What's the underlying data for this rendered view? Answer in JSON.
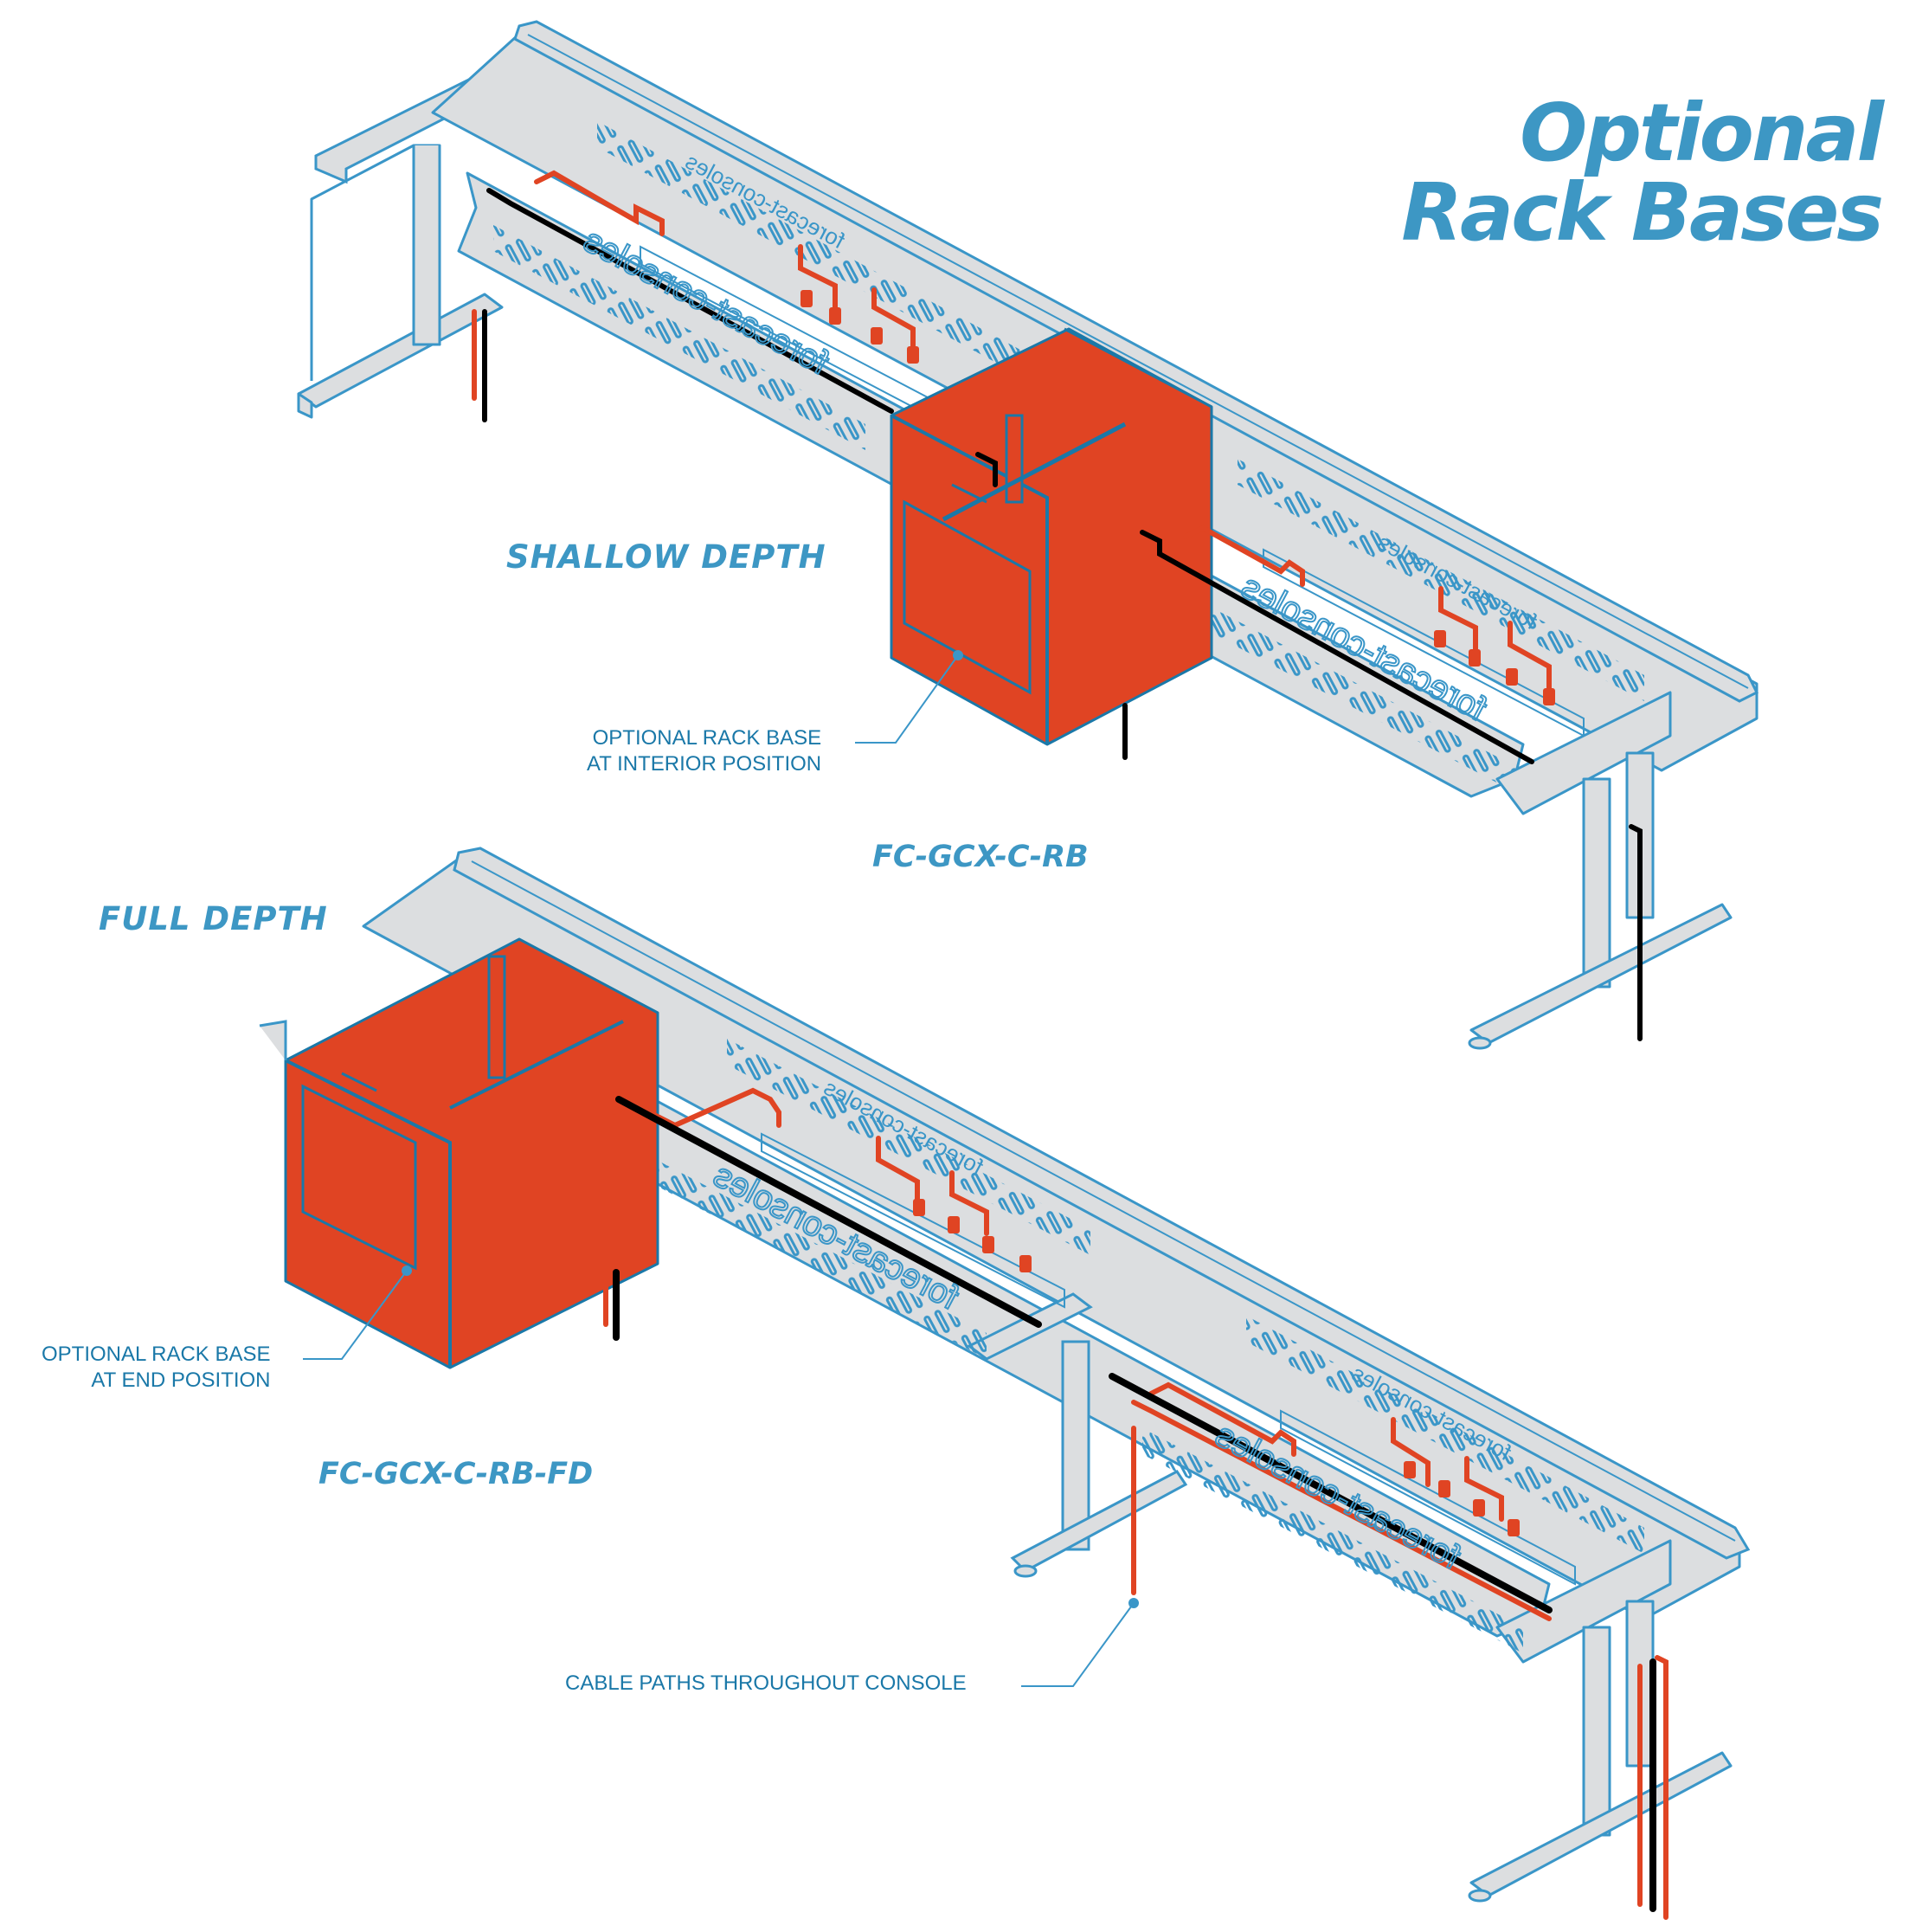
{
  "title": {
    "line1": "Optional",
    "line2": "Rack Bases"
  },
  "colors": {
    "accent_blue": "#3d97c4",
    "line_blue": "#3a96c8",
    "frame_gray": "#dcdee0",
    "rack_orange": "#e04423",
    "cable_black": "#000000",
    "callout_text": "#1a78a8"
  },
  "sections": [
    {
      "heading": "SHALLOW DEPTH",
      "model": "FC-GCX-C-RB",
      "callout": {
        "line1": "OPTIONAL RACK BASE",
        "line2": "AT INTERIOR POSITION"
      },
      "rack_position": "interior"
    },
    {
      "heading": "FULL DEPTH",
      "model": "FC-GCX-C-RB-FD",
      "callout": {
        "line1": "OPTIONAL RACK BASE",
        "line2": "AT END POSITION"
      },
      "rack_position": "end"
    }
  ],
  "cable_callout": "CABLE PATHS THROUGHOUT CONSOLE",
  "brand_mark": "forecast-consoles"
}
